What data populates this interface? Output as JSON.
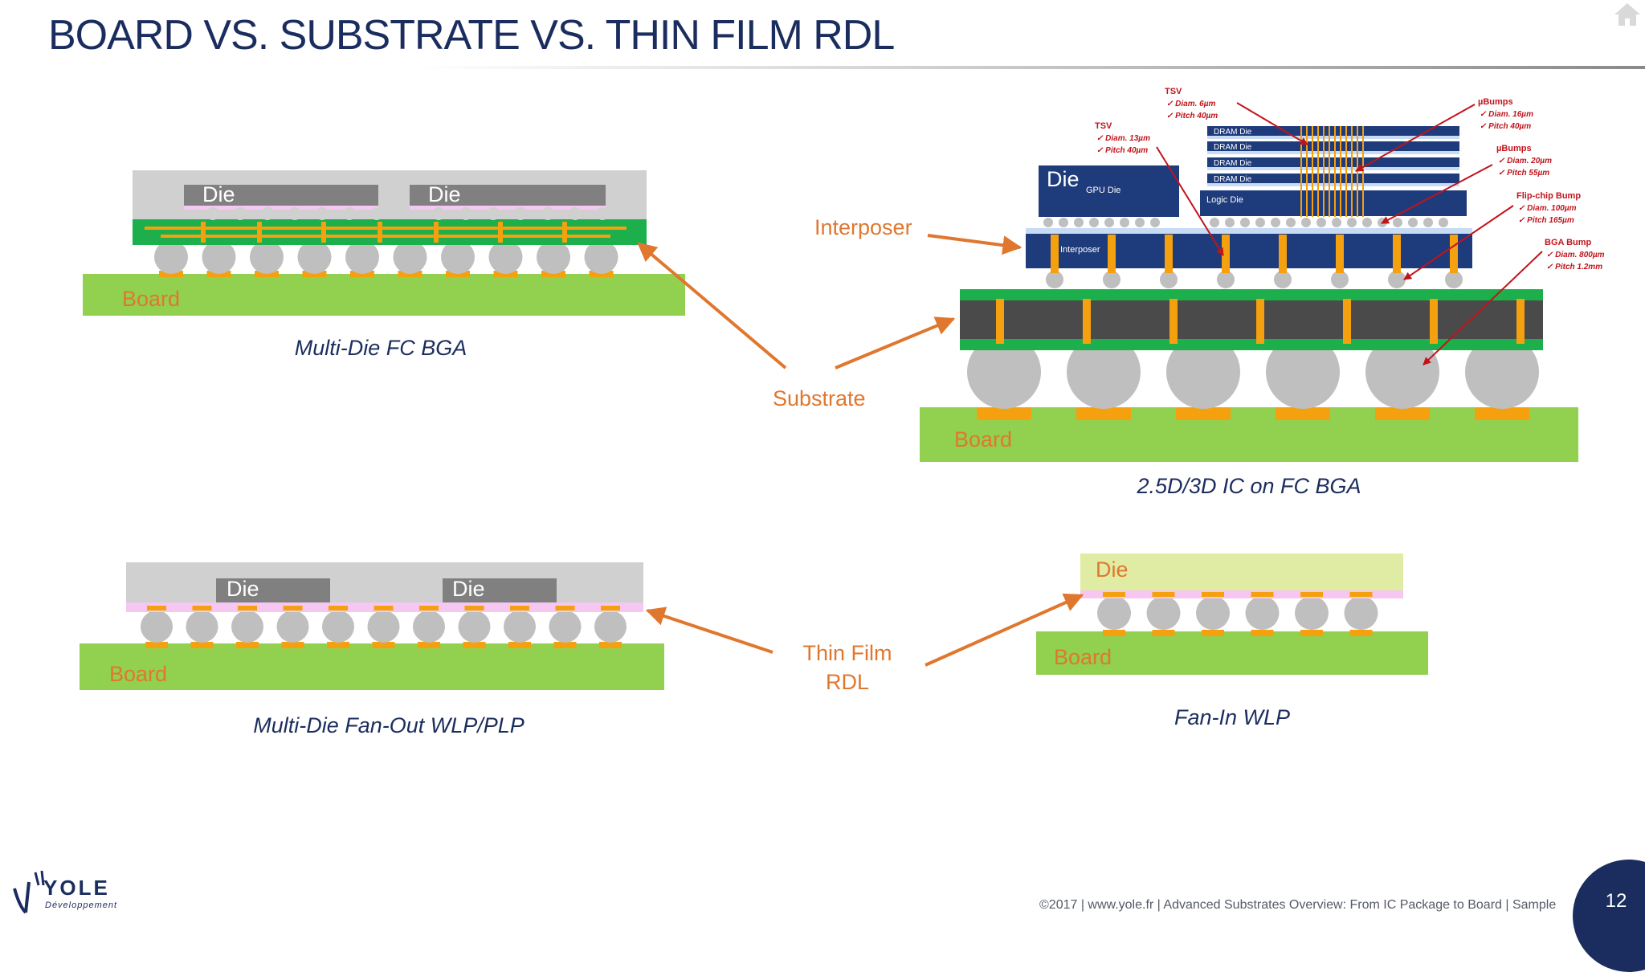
{
  "title": "BOARD VS. SUBSTRATE VS. THIN FILM RDL",
  "colors": {
    "title": "#1b2d5e",
    "callout": "#e0772f",
    "board": "#92d050",
    "substrate": "#1daf4b",
    "die": "#808080",
    "mold": "#d0d0d0",
    "bump": "#f5a00f",
    "ball": "#bfbfbf",
    "interposer": "#1e3b7c",
    "annotation": "#c0141b"
  },
  "icons": {
    "home": "home-icon",
    "logo": "yole-logo"
  },
  "diagrams": {
    "fcbga": {
      "caption": "Multi-Die FC BGA",
      "die_labels": [
        "Die",
        "Die"
      ],
      "board_label": "Board"
    },
    "ic25d": {
      "caption": "2.5D/3D IC on FC BGA",
      "die_label": "Die",
      "gpu_label": "GPU Die",
      "dram_labels": [
        "DRAM Die",
        "DRAM Die",
        "DRAM Die",
        "DRAM Die"
      ],
      "logic_label": "Logic Die",
      "interposer_label": "Interposer",
      "board_label": "Board",
      "annotations": [
        {
          "head": "TSV",
          "lines": [
            "Diam. 6µm",
            "Pitch 40µm"
          ]
        },
        {
          "head": "TSV",
          "lines": [
            "Diam. 13µm",
            "Pitch 40µm"
          ]
        },
        {
          "head": "µBumps",
          "lines": [
            "Diam. 16µm",
            "Pitch 40µm"
          ]
        },
        {
          "head": "µBumps",
          "lines": [
            "Diam. 20µm",
            "Pitch 55µm"
          ]
        },
        {
          "head": "Flip-chip Bump",
          "lines": [
            "Diam. 100µm",
            "Pitch 165µm"
          ]
        },
        {
          "head": "BGA Bump",
          "lines": [
            "Diam. 800µm",
            "Pitch 1.2mm"
          ]
        }
      ]
    },
    "fowlp": {
      "caption": "Multi-Die Fan-Out WLP/PLP",
      "die_labels": [
        "Die",
        "Die"
      ],
      "board_label": "Board"
    },
    "fiwlp": {
      "caption": "Fan-In WLP",
      "die_label": "Die",
      "board_label": "Board"
    }
  },
  "callouts": {
    "interposer": "Interposer",
    "substrate": "Substrate",
    "thin_film_line1": "Thin Film",
    "thin_film_line2": "RDL"
  },
  "logo": {
    "name": "YOLE",
    "sub": "Développement"
  },
  "footer": "©2017  |  www.yole.fr  |  Advanced Substrates Overview: From IC Package to Board  |  Sample",
  "page_number": "12"
}
